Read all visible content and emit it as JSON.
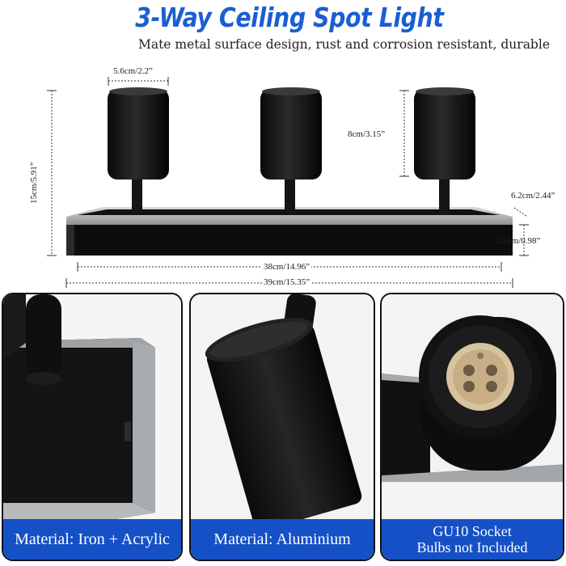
{
  "header": {
    "title": "3-Way Ceiling Spot Light",
    "subtitle": "Mate metal surface design, rust and corrosion resistant, durable"
  },
  "dimensions": {
    "head_diameter": "5.6cm/2.2”",
    "head_height": "8cm/3.15”",
    "total_height": "15cm/5.91”",
    "base_depth": "6.2cm/2.44”",
    "base_thickness": "2.5cm/0.98”",
    "inner_length": "38cm/14.96”",
    "total_length": "39cm/15.35”"
  },
  "panels": [
    {
      "caption": "Material: Iron + Acrylic"
    },
    {
      "caption": "Material: Aluminium"
    },
    {
      "caption_line1": "GU10 Socket",
      "caption_line2": "Bulbs not Included"
    }
  ],
  "colors": {
    "accent": "#1650c6",
    "title": "#1a5fd1",
    "fixture": "#111111",
    "trim": "#b9bcbf"
  }
}
